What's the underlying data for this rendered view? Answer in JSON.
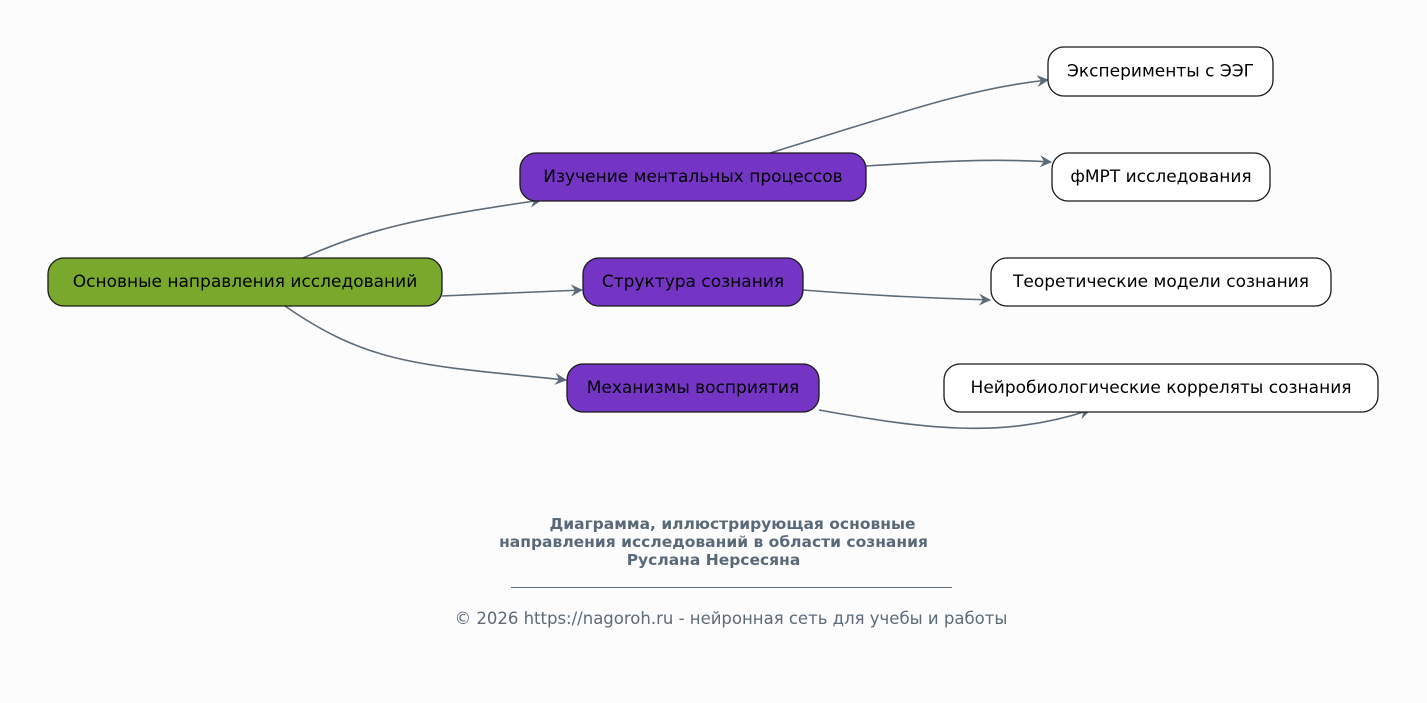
{
  "diagram": {
    "nodes": [
      {
        "id": "root",
        "label": "Основные направления исследований",
        "level": 0,
        "fill": "#78a92c"
      },
      {
        "id": "mental",
        "label": "Изучение ментальных процессов",
        "level": 1,
        "fill": "#7434c4"
      },
      {
        "id": "structure",
        "label": "Структура сознания",
        "level": 1,
        "fill": "#7434c4"
      },
      {
        "id": "perception",
        "label": "Механизмы восприятия",
        "level": 1,
        "fill": "#7434c4"
      },
      {
        "id": "eeg",
        "label": "Эксперименты с ЭЭГ",
        "level": 2,
        "fill": "#ffffff"
      },
      {
        "id": "fmri",
        "label": "фМРТ исследования",
        "level": 2,
        "fill": "#ffffff"
      },
      {
        "id": "models",
        "label": "Теоретические модели сознания",
        "level": 2,
        "fill": "#ffffff"
      },
      {
        "id": "neuro",
        "label": "Нейробиологические корреляты сознания",
        "level": 2,
        "fill": "#ffffff"
      }
    ],
    "edges": [
      {
        "from": "root",
        "to": "mental"
      },
      {
        "from": "root",
        "to": "structure"
      },
      {
        "from": "root",
        "to": "perception"
      },
      {
        "from": "mental",
        "to": "eeg"
      },
      {
        "from": "mental",
        "to": "fmri"
      },
      {
        "from": "structure",
        "to": "models"
      },
      {
        "from": "perception",
        "to": "neuro"
      }
    ],
    "edge_color": "#5d6b78"
  },
  "caption": {
    "lines": [
      "Диаграмма, иллюстрирующая основные",
      "направления исследований в области сознания",
      "Руслана Нерсесяна"
    ]
  },
  "footer": {
    "text": "© 2026 https://nagoroh.ru - нейронная сеть для учебы и работы"
  }
}
